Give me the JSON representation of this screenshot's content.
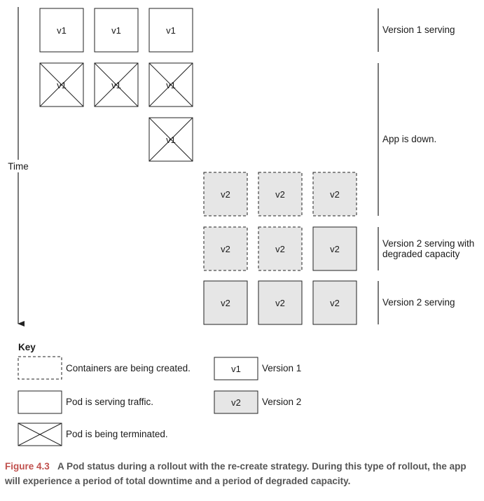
{
  "time_label": "Time",
  "pods": {
    "v1_label": "v1",
    "v2_label": "v2"
  },
  "rows": [
    {
      "id": "r1",
      "pods": [
        {
          "version": "v1",
          "state": "serving"
        },
        {
          "version": "v1",
          "state": "serving"
        },
        {
          "version": "v1",
          "state": "serving"
        }
      ]
    },
    {
      "id": "r2",
      "pods": [
        {
          "version": "v1",
          "state": "terminating"
        },
        {
          "version": "v1",
          "state": "terminating"
        },
        {
          "version": "v1",
          "state": "terminating"
        }
      ]
    },
    {
      "id": "r3",
      "pods": [
        {
          "version": "v1",
          "state": "terminating"
        }
      ]
    },
    {
      "id": "r4",
      "pods": [
        {
          "version": "v2",
          "state": "creating"
        },
        {
          "version": "v2",
          "state": "creating"
        },
        {
          "version": "v2",
          "state": "creating"
        }
      ]
    },
    {
      "id": "r5",
      "pods": [
        {
          "version": "v2",
          "state": "creating"
        },
        {
          "version": "v2",
          "state": "creating"
        },
        {
          "version": "v2",
          "state": "serving"
        }
      ]
    },
    {
      "id": "r6",
      "pods": [
        {
          "version": "v2",
          "state": "serving"
        },
        {
          "version": "v2",
          "state": "serving"
        },
        {
          "version": "v2",
          "state": "serving"
        }
      ]
    }
  ],
  "phases": [
    {
      "lines": [
        "Version 1 serving"
      ]
    },
    {
      "lines": [
        "App is down."
      ]
    },
    {
      "lines": [
        "Version 2 serving with",
        "degraded capacity"
      ]
    },
    {
      "lines": [
        "Version 2 serving"
      ]
    }
  ],
  "key": {
    "title": "Key",
    "creating": "Containers are being created.",
    "serving": "Pod is serving traffic.",
    "terminating": "Pod is being terminated.",
    "version1_box": "v1",
    "version1": "Version 1",
    "version2_box": "v2",
    "version2": "Version 2"
  },
  "caption": {
    "figure": "Figure 4.3",
    "text": "A Pod status during a rollout with the re-create strategy. During this type of rollout, the app will experience a period of total downtime and a period of degraded capacity."
  },
  "colors": {
    "v2_fill": "#e6e6e6",
    "stroke": "#222222",
    "figure_label": "#c0504d",
    "caption_text": "#555555"
  }
}
